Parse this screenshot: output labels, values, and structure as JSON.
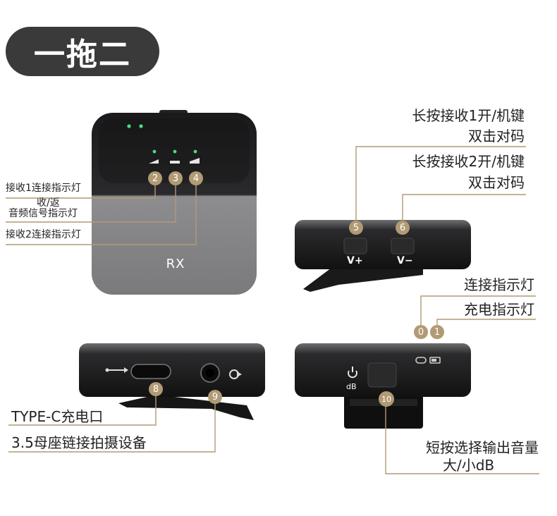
{
  "title": "一拖二",
  "device_front": {
    "model": "RX"
  },
  "callouts": {
    "b2": "2",
    "b3": "3",
    "b4": "4",
    "b5": "5",
    "b6": "6",
    "b0": "0",
    "b1": "1",
    "b8": "8",
    "b9": "9",
    "b10": "10"
  },
  "left_labels": {
    "rx1": "接收1连接指示灯",
    "return_line1": "收/返",
    "return_line2": "音频信号指示灯",
    "rx2": "接收2连接指示灯"
  },
  "right_labels": {
    "btn5_line1": "长按接收1开/机键",
    "btn5_line2": "双击对码",
    "btn6_line1": "长按接收2开/机键",
    "btn6_line2": "双击对码",
    "conn_led": "连接指示灯",
    "charge_led": "充电指示灯",
    "btn10_line1": "短按选择输出音量",
    "btn10_line2": "大/小dB"
  },
  "bottom_labels": {
    "typec": "TYPE-C充电口",
    "jack": "3.5母座链接拍摄设备"
  },
  "buttons": {
    "vplus": "V+",
    "vminus": "V−",
    "db": "dB"
  },
  "colors": {
    "accent": "#b19a74",
    "pill": "#3a3a3a",
    "device": "#1d1d1f",
    "led": "#4ade80"
  }
}
